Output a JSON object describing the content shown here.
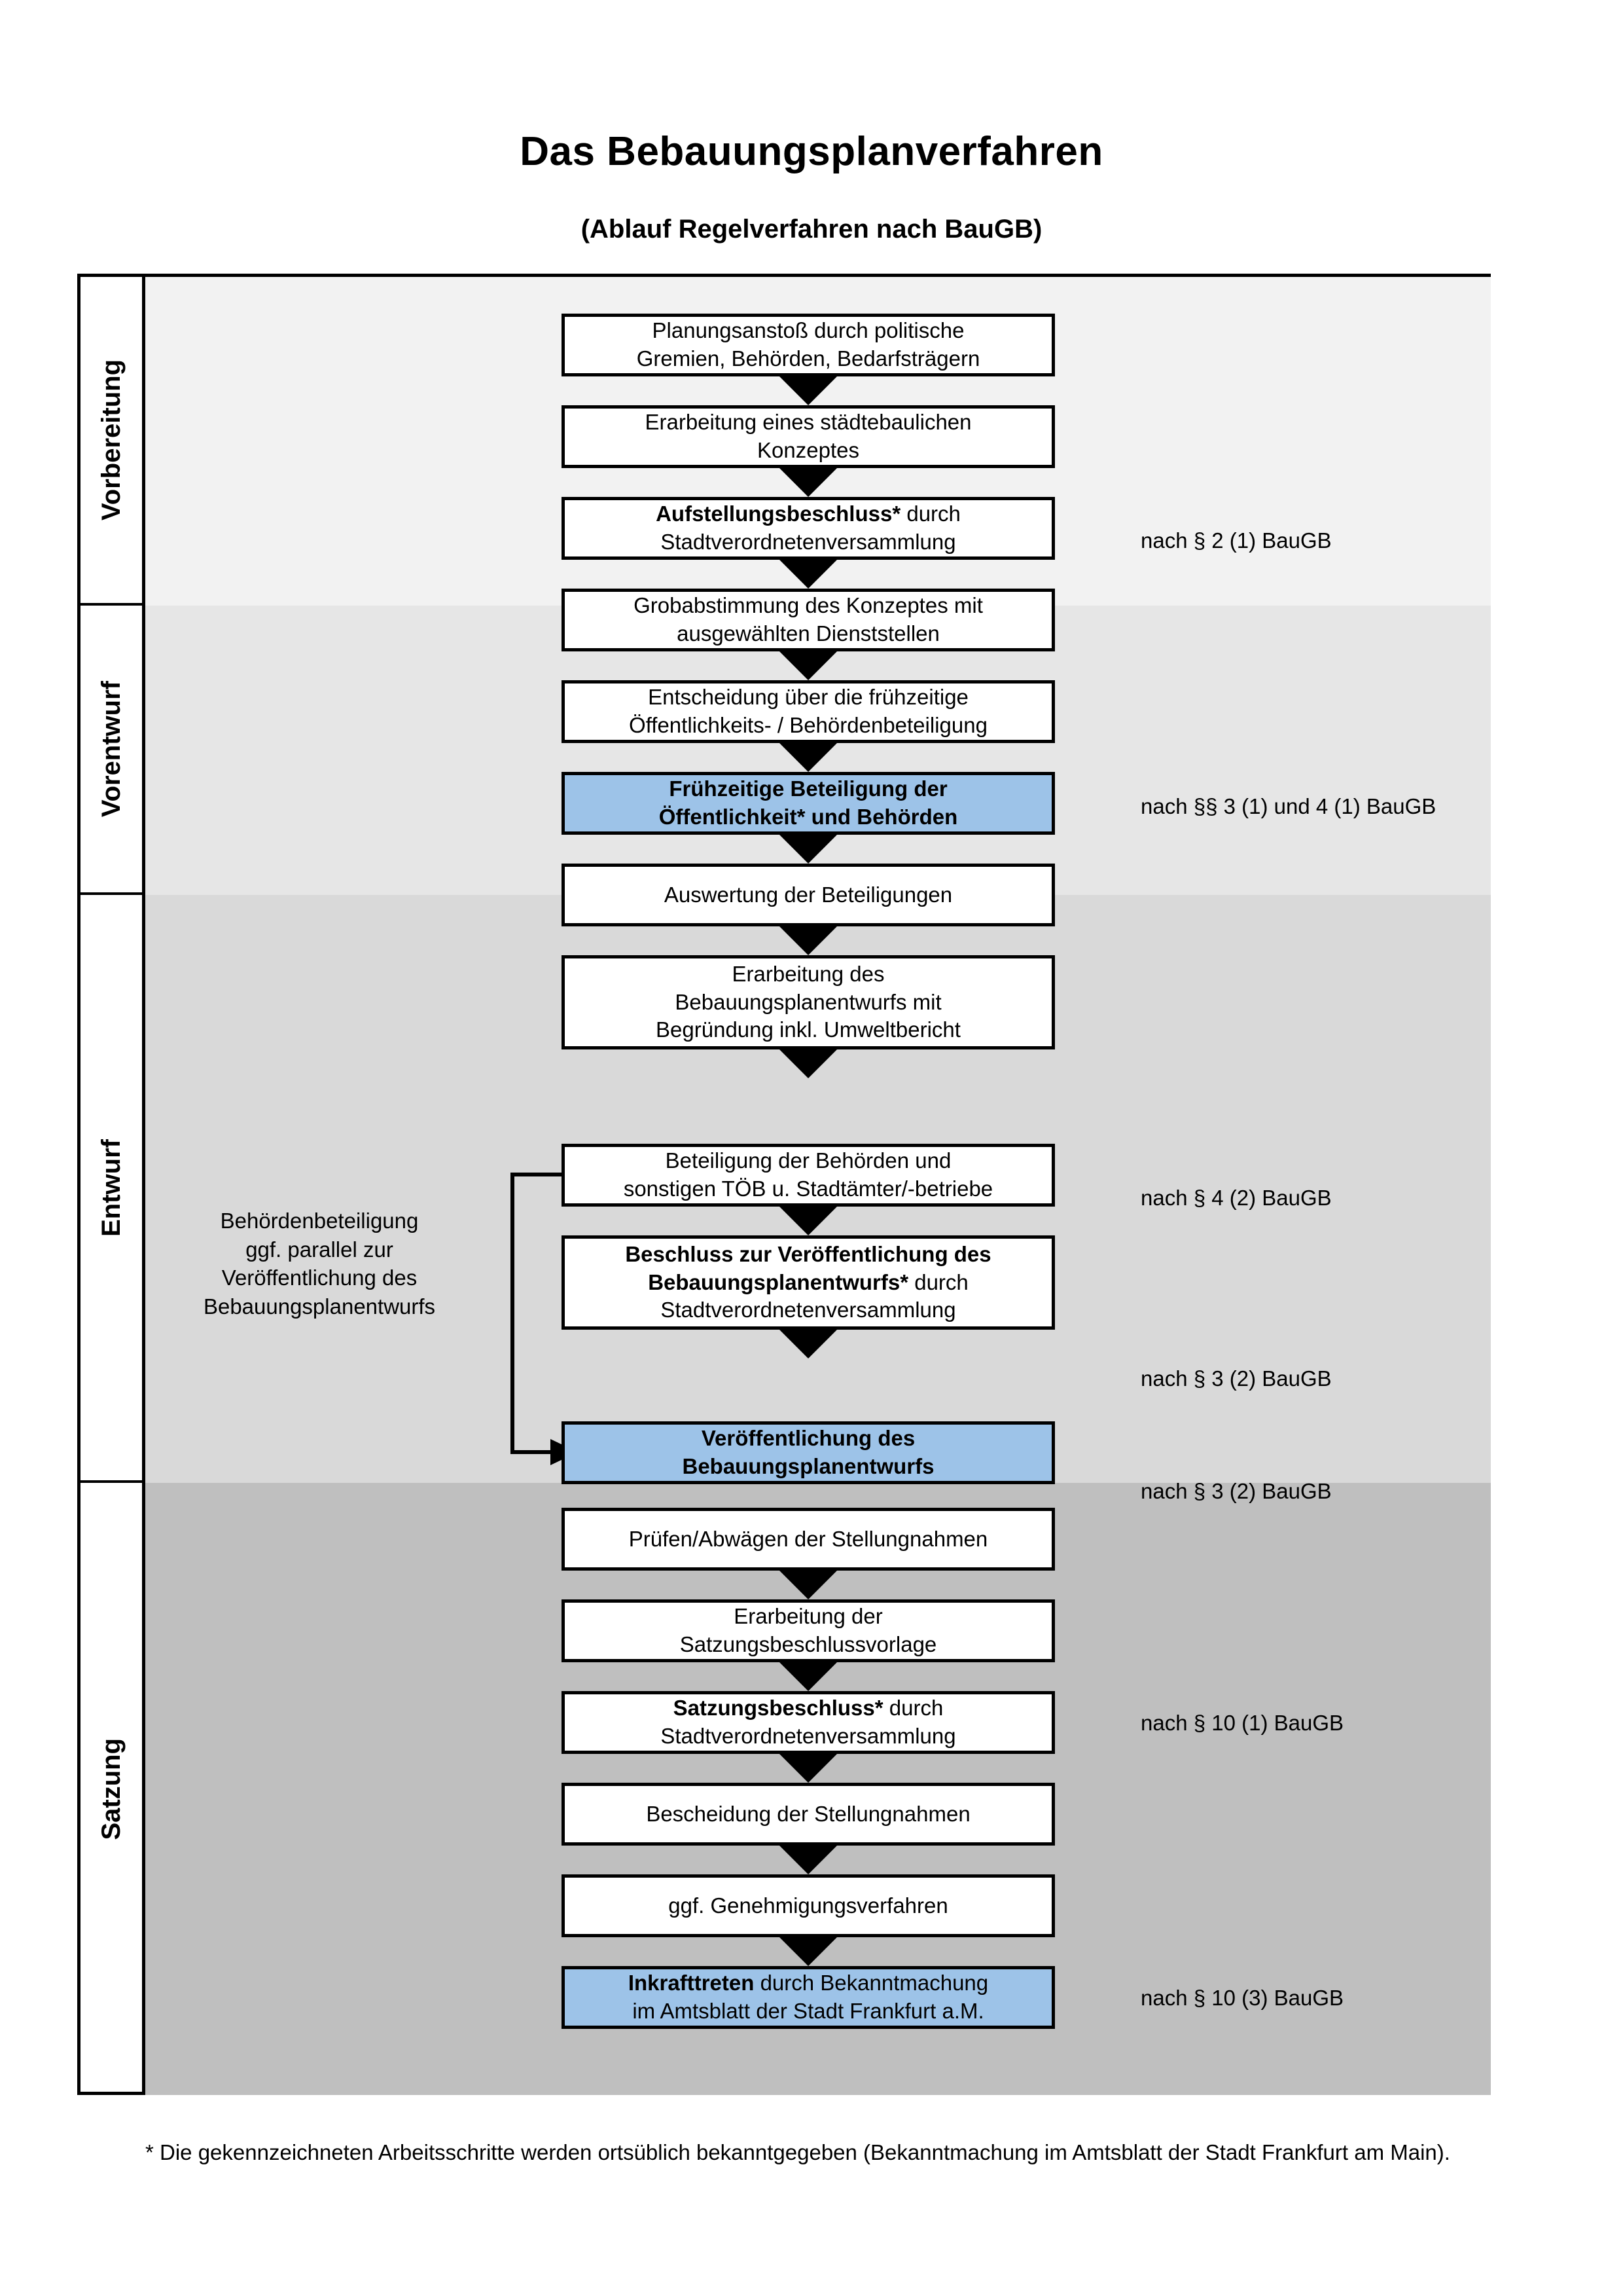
{
  "title": "Das Bebauungsplanverfahren",
  "subtitle": "(Ablauf Regelverfahren nach BauGB)",
  "phases": [
    {
      "label": "Vorbereitung",
      "band_color": "#F2F2F2"
    },
    {
      "label": "Vorentwurf",
      "band_color": "#E6E6E6"
    },
    {
      "label": "Entwurf",
      "band_color": "#D9D9D9"
    },
    {
      "label": "Satzung",
      "band_color": "#BFBFBF"
    }
  ],
  "nodes": [
    {
      "id": "n1",
      "line1": "Planungsanstoß durch politische",
      "line2": "Gremien, Behörden, Bedarfsträgern",
      "highlight": false
    },
    {
      "id": "n2",
      "line1": "Erarbeitung eines städtebaulichen",
      "line2": "Konzeptes",
      "highlight": false
    },
    {
      "id": "n3",
      "bold1": "Aufstellungsbeschluss*",
      "rest1": " durch",
      "line2": "Stadtverordnetenversammlung",
      "highlight": false
    },
    {
      "id": "n4",
      "line1": "Grobabstimmung des Konzeptes mit",
      "line2": "ausgewählten Dienststellen",
      "highlight": false
    },
    {
      "id": "n5",
      "line1": "Entscheidung über die frühzeitige",
      "line2": "Öffentlichkeits- / Behördenbeteiligung",
      "highlight": false
    },
    {
      "id": "n6",
      "bold_line1": "Frühzeitige Beteiligung der",
      "bold_line2": "Öffentlichkeit* und Behörden",
      "highlight": true
    },
    {
      "id": "n7",
      "line1": "Auswertung der Beteiligungen",
      "highlight": false
    },
    {
      "id": "n8",
      "line1": "Erarbeitung des",
      "line2": "Bebauungsplanentwurfs mit",
      "line3": "Begründung inkl. Umweltbericht",
      "highlight": false
    },
    {
      "id": "n9",
      "line1": "Beteiligung der Behörden und",
      "line2": "sonstigen TÖB u. Stadtämter/-betriebe",
      "highlight": false
    },
    {
      "id": "n10",
      "bold_line1": "Beschluss zur Veröffentlichung des",
      "bold2": "Bebauungsplanentwurfs*",
      "rest2": " durch",
      "line3": "Stadtverordnetenversammlung",
      "highlight": false
    },
    {
      "id": "n11",
      "bold_line1": "Veröffentlichung des",
      "bold_line2": "Bebauungsplanentwurfs",
      "highlight": true
    },
    {
      "id": "n12",
      "line1": "Prüfen/Abwägen der Stellungnahmen",
      "highlight": false
    },
    {
      "id": "n13",
      "line1": "Erarbeitung der",
      "line2": "Satzungsbeschlussvorlage",
      "highlight": false
    },
    {
      "id": "n14",
      "bold1": "Satzungsbeschluss*",
      "rest1": " durch",
      "line2": "Stadtverordnetenversammlung",
      "highlight": false
    },
    {
      "id": "n15",
      "line1": "Bescheidung der Stellungnahmen",
      "highlight": false
    },
    {
      "id": "n16",
      "line1": "ggf. Genehmigungsverfahren",
      "highlight": false
    },
    {
      "id": "n17",
      "bold1": "Inkrafttreten",
      "rest1": " durch Bekanntmachung",
      "line2": "im Amtsblatt der Stadt Frankfurt a.M.",
      "highlight": true
    }
  ],
  "legal_refs": [
    {
      "id": "l1",
      "text": "nach § 2 (1) BauGB"
    },
    {
      "id": "l2",
      "text": "nach §§ 3 (1) und 4 (1) BauGB"
    },
    {
      "id": "l3",
      "text": "nach § 4 (2) BauGB"
    },
    {
      "id": "l4",
      "text": "nach § 3 (2) BauGB"
    },
    {
      "id": "l5",
      "text": "nach § 3 (2) BauGB"
    },
    {
      "id": "l6",
      "text": "nach § 10 (1) BauGB"
    },
    {
      "id": "l7",
      "text": "nach § 10 (3) BauGB"
    }
  ],
  "side_note": {
    "line1": "Behördenbeteiligung",
    "line2": "ggf. parallel zur",
    "line3": "Veröffentlichung des",
    "line4": "Bebauungsplanentwurfs"
  },
  "footnote": "* Die gekennzeichneten Arbeitsschritte werden ortsüblich bekanntgegeben (Bekanntmachung im Amtsblatt  der Stadt Frankfurt am Main).",
  "colors": {
    "highlight_blue": "#9DC3E8",
    "box_border": "#000000",
    "band1": "#F2F2F2",
    "band2": "#E6E6E6",
    "band3": "#D9D9D9",
    "band4": "#BFBFBF"
  }
}
